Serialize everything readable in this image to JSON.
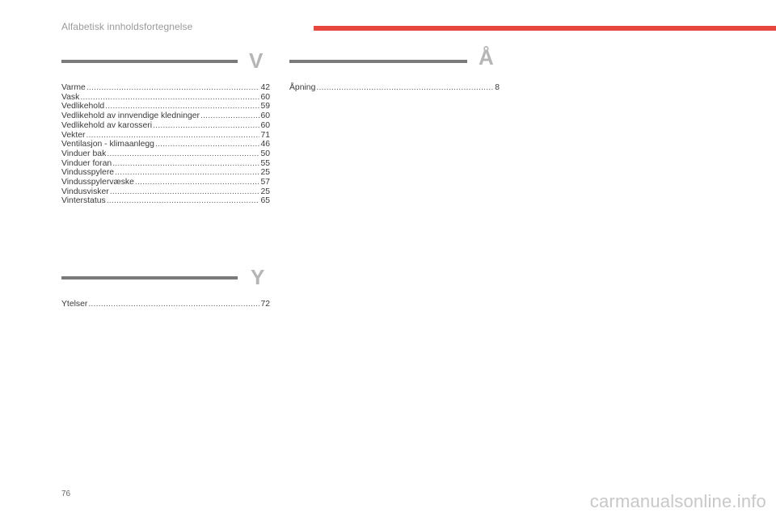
{
  "header": {
    "title": "Alfabetisk innholdsfortegnelse"
  },
  "sections": {
    "v": {
      "letter": "V",
      "entries": [
        {
          "label": "Varme",
          "page": "42"
        },
        {
          "label": "Vask",
          "page": "60"
        },
        {
          "label": "Vedlikehold",
          "page": "59"
        },
        {
          "label": "Vedlikehold av innvendige kledninger",
          "page": "60"
        },
        {
          "label": "Vedlikehold av karosseri",
          "page": "60"
        },
        {
          "label": "Vekter",
          "page": "71"
        },
        {
          "label": "Ventilasjon - klimaanlegg",
          "page": "46"
        },
        {
          "label": "Vinduer bak",
          "page": "50"
        },
        {
          "label": "Vinduer foran",
          "page": "55"
        },
        {
          "label": "Vindusspylere",
          "page": "25"
        },
        {
          "label": "Vindusspylervæske",
          "page": "57"
        },
        {
          "label": "Vindusvisker",
          "page": "25"
        },
        {
          "label": "Vinterstatus",
          "page": "65"
        }
      ]
    },
    "y": {
      "letter": "Y",
      "entries": [
        {
          "label": "Ytelser",
          "page": "72"
        }
      ]
    },
    "aa": {
      "letter": "Å",
      "entries": [
        {
          "label": "Åpning",
          "page": "8"
        }
      ]
    }
  },
  "footer": {
    "page_number": "76",
    "watermark": "carmanualsonline.info"
  }
}
